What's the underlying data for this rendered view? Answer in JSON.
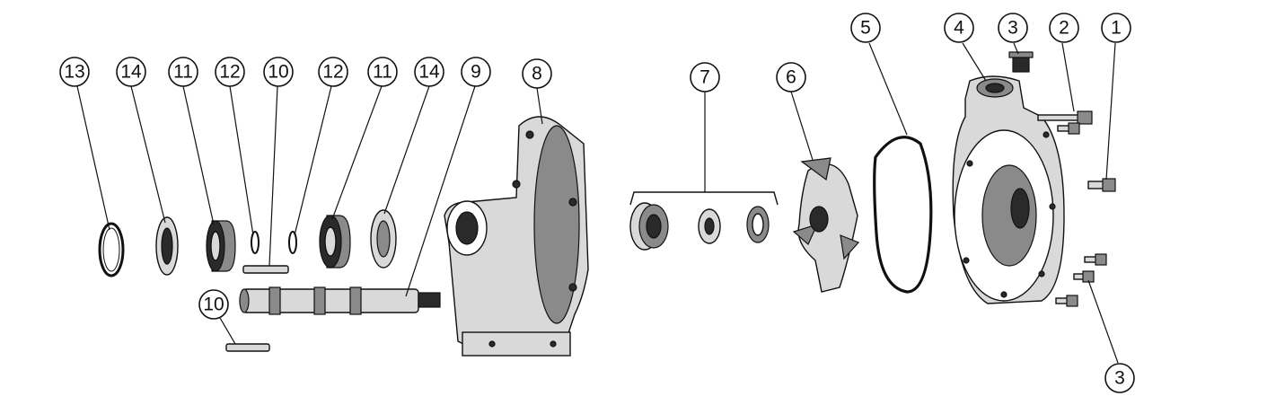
{
  "callouts": [
    {
      "id": "c13",
      "label": "13"
    },
    {
      "id": "c14a",
      "label": "14"
    },
    {
      "id": "c11a",
      "label": "11"
    },
    {
      "id": "c12a",
      "label": "12"
    },
    {
      "id": "c10a",
      "label": "10"
    },
    {
      "id": "c12b",
      "label": "12"
    },
    {
      "id": "c11b",
      "label": "11"
    },
    {
      "id": "c14b",
      "label": "14"
    },
    {
      "id": "c9",
      "label": "9"
    },
    {
      "id": "c8",
      "label": "8"
    },
    {
      "id": "c7",
      "label": "7"
    },
    {
      "id": "c6",
      "label": "6"
    },
    {
      "id": "c5",
      "label": "5"
    },
    {
      "id": "c4",
      "label": "4"
    },
    {
      "id": "c3a",
      "label": "3"
    },
    {
      "id": "c2",
      "label": "2"
    },
    {
      "id": "c1",
      "label": "1"
    },
    {
      "id": "c10b",
      "label": "10"
    },
    {
      "id": "c3b",
      "label": "3"
    }
  ]
}
